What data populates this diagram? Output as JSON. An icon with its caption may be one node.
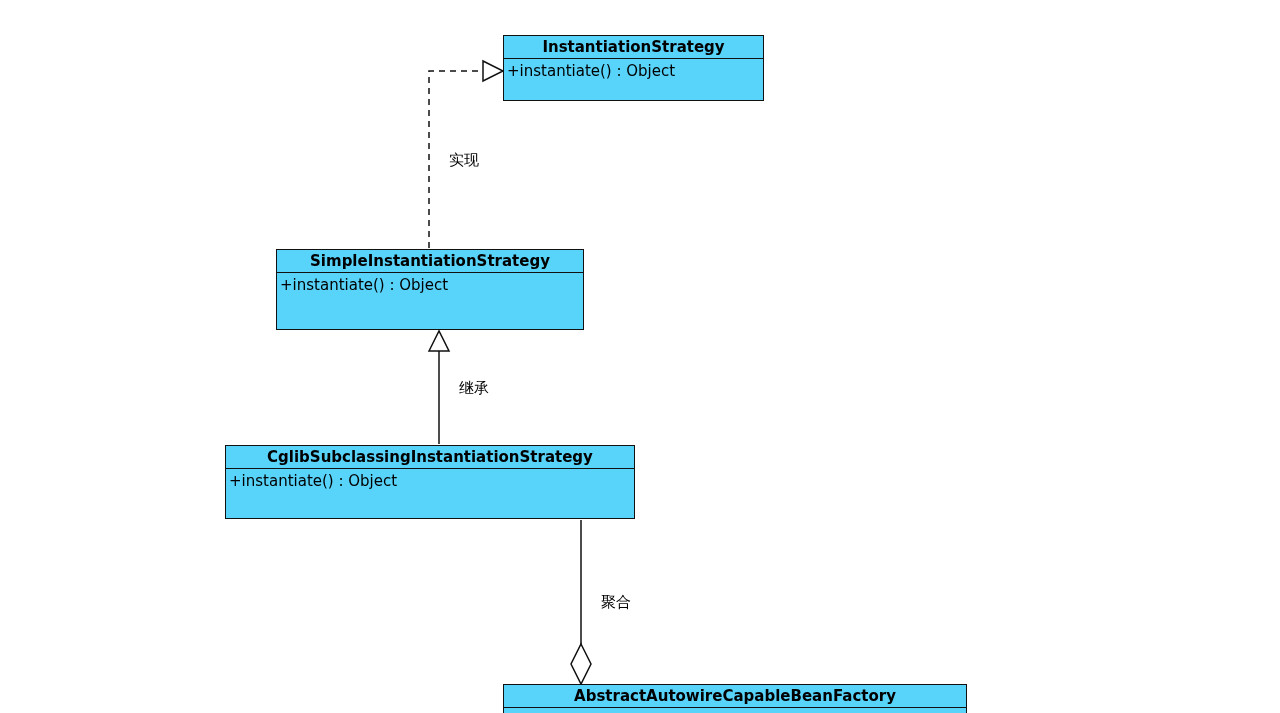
{
  "diagram": {
    "nodes": [
      {
        "text": [
          "InstantiationStrategy",
          "+instantiate() : Object"
        ]
      },
      {
        "text": [
          "SimpleInstantiationStrategy",
          "+instantiate() : Object"
        ]
      },
      {
        "text": [
          "CglibSubclassingInstantiationStrategy",
          "+instantiate() : Object"
        ]
      },
      {
        "text": [
          "AbstractAutowireCapableBeanFactory"
        ]
      }
    ],
    "edges": [
      {
        "from": 1,
        "to": 0,
        "arrow": "to",
        "label": "实现",
        "style": "dashed"
      },
      {
        "from": 2,
        "to": 1,
        "arrow": "to",
        "label": "继承"
      },
      {
        "from": 2,
        "to": 3,
        "arrow": "other",
        "label": "聚合"
      }
    ]
  }
}
